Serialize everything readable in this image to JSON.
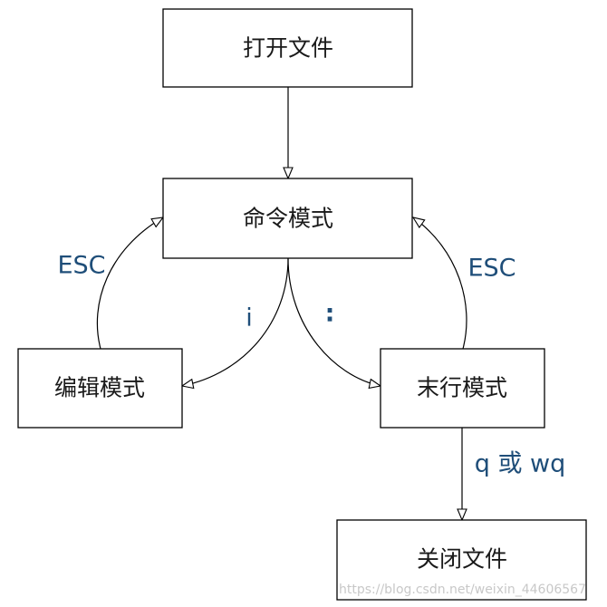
{
  "nodes": {
    "open_file": "打开文件",
    "command_mode": "命令模式",
    "edit_mode": "编辑模式",
    "last_line_mode": "末行模式",
    "close_file": "关闭文件"
  },
  "edges": {
    "edit_to_command": "ESC",
    "last_line_to_command": "ESC",
    "command_to_edit": "i",
    "command_to_last_line": ":",
    "last_line_to_close": "q 或 wq"
  },
  "colors": {
    "label": "#1f4e79",
    "box_border": "#000000"
  },
  "watermark": "https://blog.csdn.net/weixin_44606567"
}
